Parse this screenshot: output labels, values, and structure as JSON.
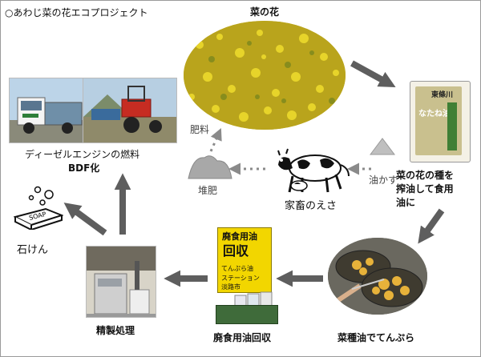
{
  "title": "○あわじ菜の花エコプロジェクト",
  "flower": {
    "label": "菜の花"
  },
  "oil_can": {
    "brand": "東條川",
    "product": "なたね油"
  },
  "pressing": {
    "lines": [
      "菜の花の種を",
      "搾油して食用",
      "油に"
    ]
  },
  "oil_cake": {
    "label": "油かす"
  },
  "livestock": {
    "label": "家畜のえさ"
  },
  "compost": {
    "label": "堆肥"
  },
  "fertilizer": {
    "label": "肥料"
  },
  "diesel": {
    "lines": [
      "ディーゼルエンジンの燃料",
      "BDF化"
    ]
  },
  "soap": {
    "label": "石けん",
    "bar_text": "SOAP"
  },
  "refining": {
    "label": "精製処理"
  },
  "collection": {
    "label": "廃食用油回収",
    "sign_lines": [
      "廃食用油",
      "回収",
      "てんぷら油",
      "ステーション",
      "淡路市"
    ]
  },
  "tempura": {
    "label": "菜種油でてんぷら"
  },
  "colors": {
    "arrow": "#5e5e5e",
    "dotted": "#8a8a8a",
    "sign": "#f2d600",
    "rapeseed": "#c9b520"
  }
}
